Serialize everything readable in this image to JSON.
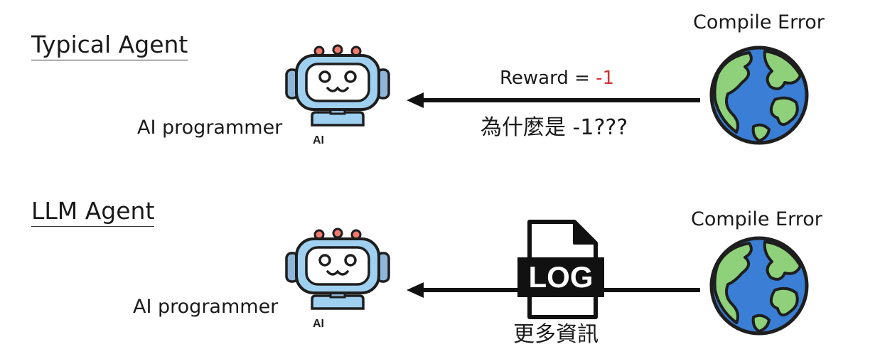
{
  "rows": [
    {
      "heading": "Typical Agent",
      "agent_label": "AI programmer",
      "robot_badge": "AI",
      "env_label": "Compile Error",
      "reward_prefix": "Reward = ",
      "reward_value": "-1",
      "question": "為什麼是 -1???"
    },
    {
      "heading": "LLM Agent",
      "agent_label": "AI programmer",
      "robot_badge": "AI",
      "env_label": "Compile Error",
      "log_text": "LOG",
      "info_text": "更多資訊"
    }
  ],
  "icons": [
    "robot-icon",
    "earth-icon",
    "log-file-icon",
    "arrow-left-icon"
  ],
  "colors": {
    "reward_negative": "#d03333",
    "ocean": "#3a7fd5",
    "land": "#8fd07a",
    "robot": "#9fd0f0"
  }
}
